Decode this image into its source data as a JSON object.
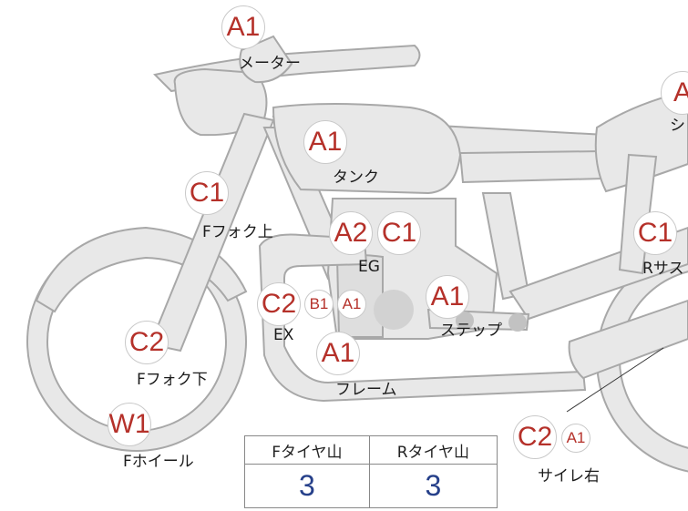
{
  "grades": {
    "meter": "A1",
    "tank": "A1",
    "seat": "A",
    "f_fork_upper": "C1",
    "eg_a": "A2",
    "eg_c": "C1",
    "r_sus": "C1",
    "ex_c": "C2",
    "ex_b": "B1",
    "ex_a": "A1",
    "step": "A1",
    "frame": "A1",
    "f_fork_lower": "C2",
    "f_wheel": "W1",
    "silencer_c": "C2",
    "silencer_a": "A1"
  },
  "labels": {
    "meter": "メーター",
    "tank": "タンク",
    "seat": "シ",
    "f_fork_upper": "Fフォク上",
    "eg": "EG",
    "r_sus": "Rサス",
    "ex": "EX",
    "step": "ステップ",
    "frame": "フレーム",
    "f_fork_lower": "Fフォク下",
    "f_wheel": "Fホイール",
    "silencer": "サイレ右"
  },
  "tire_table": {
    "headers": [
      "Fタイヤ山",
      "Rタイヤ山"
    ],
    "values": [
      "3",
      "3"
    ]
  }
}
